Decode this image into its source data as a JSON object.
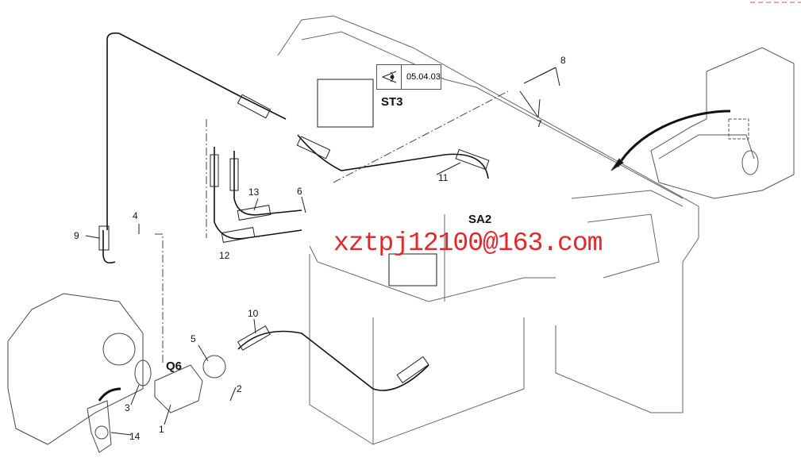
{
  "reference": {
    "page": "05.04.03",
    "icon": "eye-icon"
  },
  "section_labels": {
    "st3": "ST3",
    "sa2": "SA2",
    "q6": "Q6"
  },
  "callouts": [
    "1",
    "2",
    "3",
    "4",
    "5",
    "6",
    "7",
    "8",
    "9",
    "10",
    "11",
    "12",
    "13",
    "14"
  ],
  "watermark": "xztpj12100@163.com",
  "colors": {
    "line": "#222222",
    "watermark": "#e8262a",
    "dash": "#e84a4a"
  }
}
